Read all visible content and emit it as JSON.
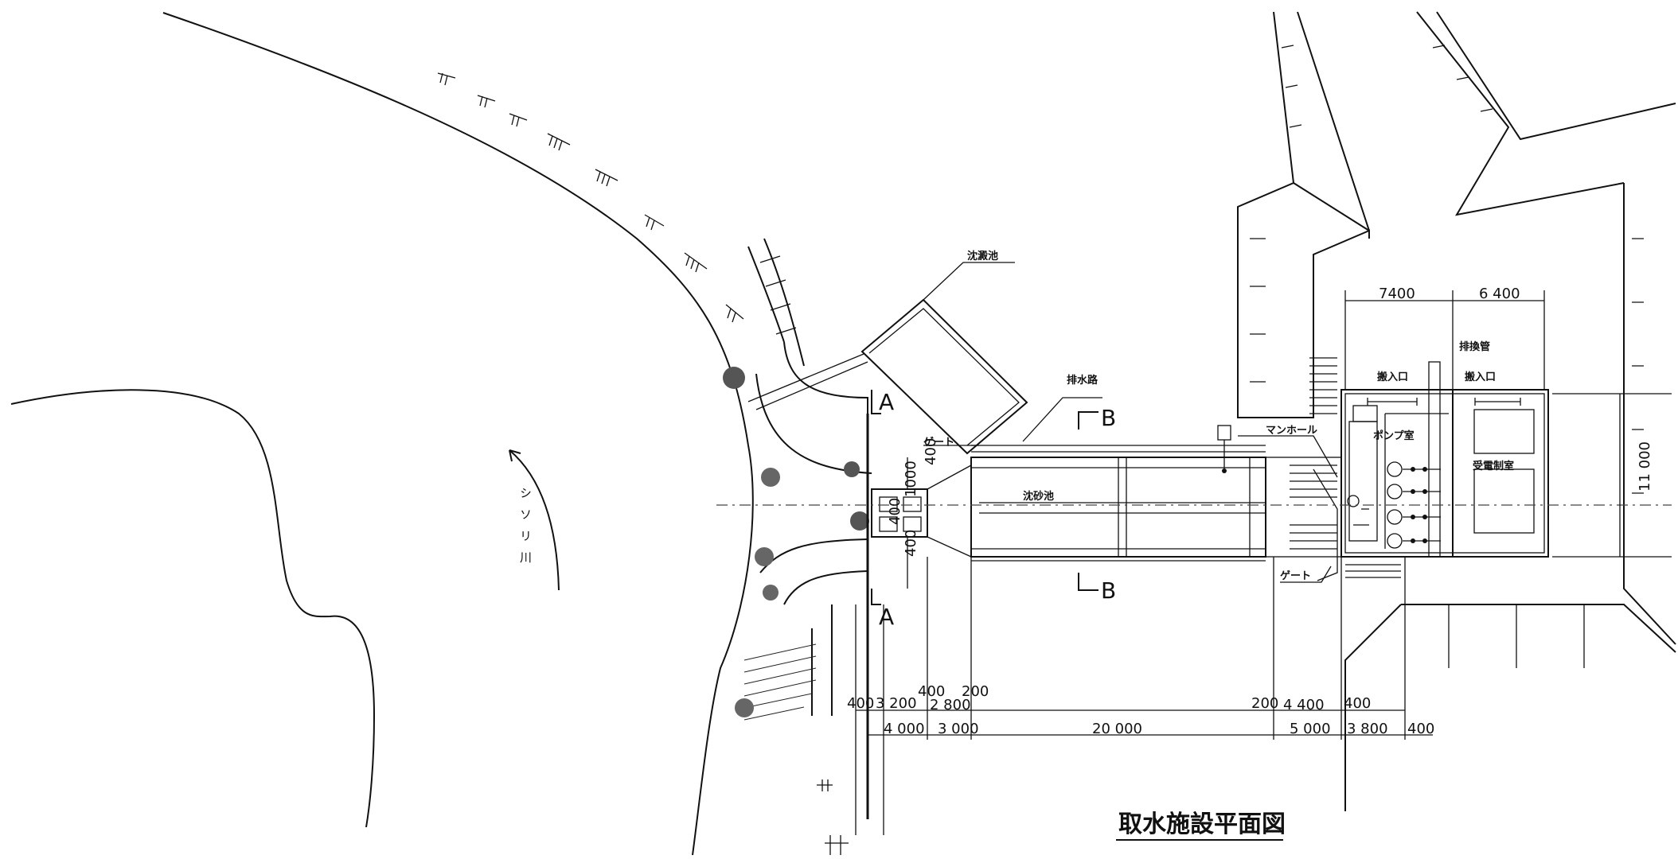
{
  "title": "取水施設平面図",
  "river_name": "シソリ川",
  "section_marks": {
    "a": "A",
    "b": "B"
  },
  "labels": {
    "settling_basin_top": "沈澱池",
    "drain_channel": "排水路",
    "gate_upper": "ゲート",
    "gate_lower": "ゲート",
    "sand_basin": "沈砂池",
    "manhole": "マンホール",
    "pump_room": "ポンプ室",
    "entrance_left": "搬入口",
    "entrance_right": "搬入口",
    "vent_pipe": "排換管",
    "electric_room": "受電制室"
  },
  "dimensions": {
    "top_7400": "7400",
    "top_6400": "6 400",
    "right_11000": "11 000",
    "v_1000": "1000",
    "v_400a": "400",
    "v_400b": "400",
    "v_400c": "400",
    "b_400a": "400",
    "b_3200": "3 200",
    "b_400b": "400",
    "b_2800": "2 800",
    "b_200a": "200",
    "b_200b": "200",
    "b_4400": "4 400",
    "b_400c": "400",
    "c_4000": "4 000",
    "c_3000": "3 000",
    "c_20000": "20 000",
    "c_5000": "5 000",
    "c_3800": "3 800",
    "c_400": "400"
  }
}
